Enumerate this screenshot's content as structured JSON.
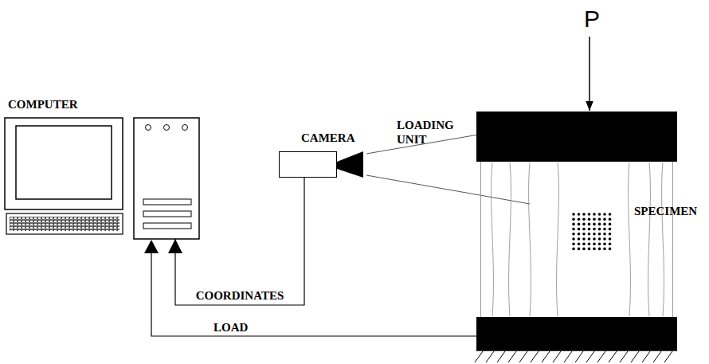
{
  "diagram": {
    "nodes": [
      {
        "text": [
          "COMPUTER"
        ]
      },
      {
        "text": [
          "CAMERA"
        ]
      },
      {
        "text": [
          "LOADING UNIT"
        ]
      },
      {
        "text": [
          "SPECIMEN"
        ]
      }
    ],
    "edges": [
      {
        "from": 1,
        "to": 0,
        "arrow": "to",
        "label": "COORDINATES"
      }
    ],
    "labels": [
      "P",
      "LOAD"
    ]
  }
}
